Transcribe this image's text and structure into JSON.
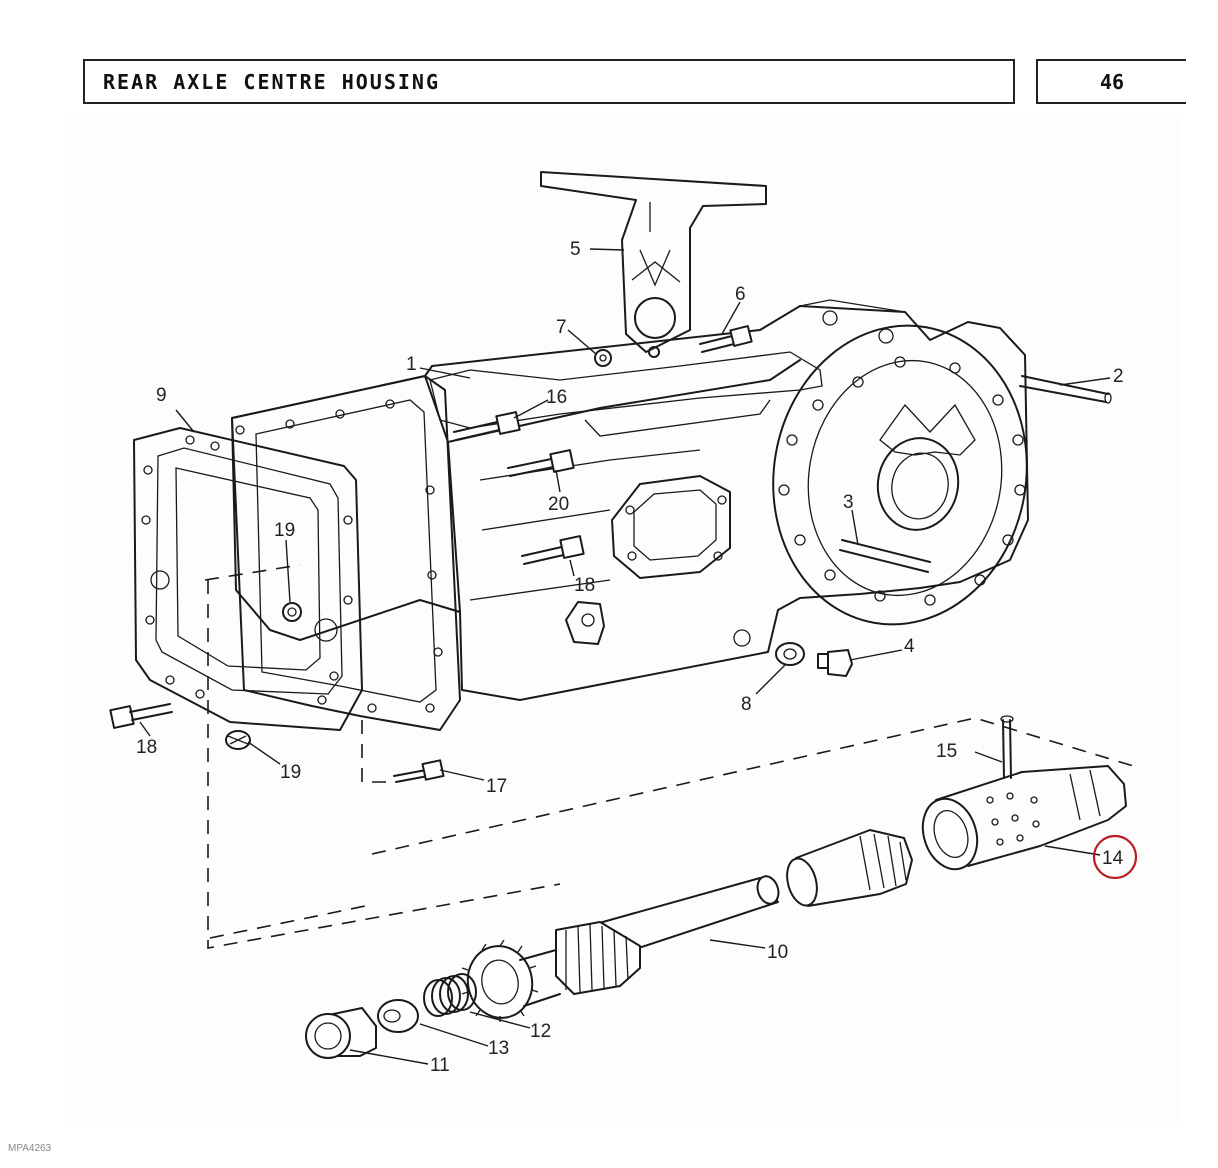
{
  "header": {
    "title": "REAR AXLE CENTRE HOUSING",
    "page_number": "46"
  },
  "footer": {
    "code": "MPA4263"
  },
  "callouts": [
    {
      "id": "c1",
      "label": "1"
    },
    {
      "id": "c2",
      "label": "2"
    },
    {
      "id": "c3",
      "label": "3"
    },
    {
      "id": "c4",
      "label": "4"
    },
    {
      "id": "c5",
      "label": "5"
    },
    {
      "id": "c6",
      "label": "6"
    },
    {
      "id": "c7",
      "label": "7"
    },
    {
      "id": "c8",
      "label": "8"
    },
    {
      "id": "c9",
      "label": "9"
    },
    {
      "id": "c10",
      "label": "10"
    },
    {
      "id": "c11",
      "label": "11"
    },
    {
      "id": "c12",
      "label": "12"
    },
    {
      "id": "c13",
      "label": "13"
    },
    {
      "id": "c14",
      "label": "14",
      "highlighted": true
    },
    {
      "id": "c15",
      "label": "15"
    },
    {
      "id": "c16",
      "label": "16"
    },
    {
      "id": "c17",
      "label": "17"
    },
    {
      "id": "c18a",
      "label": "18"
    },
    {
      "id": "c18b",
      "label": "18"
    },
    {
      "id": "c19a",
      "label": "19"
    },
    {
      "id": "c19b",
      "label": "19"
    },
    {
      "id": "c20",
      "label": "20"
    }
  ],
  "highlight_color": "#b81c22"
}
